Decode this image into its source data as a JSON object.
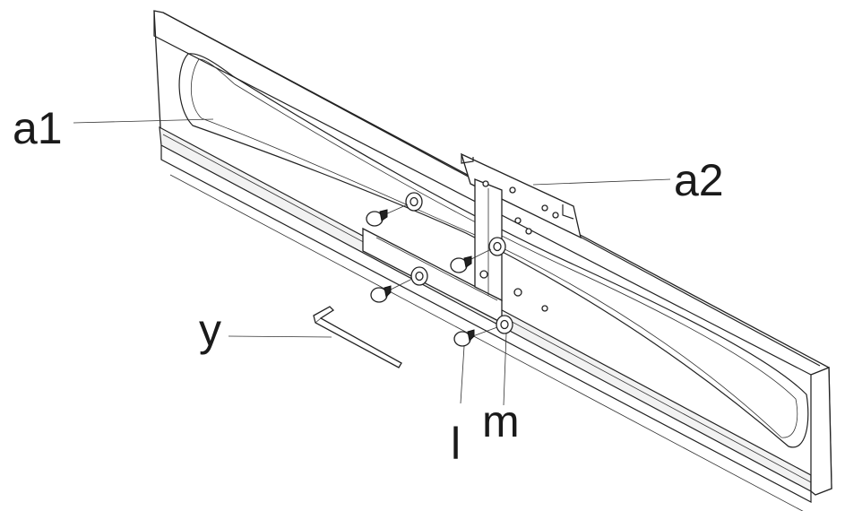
{
  "diagram": {
    "type": "assembly-illustration",
    "callouts": [
      {
        "id": "a1",
        "label": "a1",
        "part": "frame-rail"
      },
      {
        "id": "a2",
        "label": "a2",
        "part": "mounting-bracket"
      },
      {
        "id": "y",
        "label": "y",
        "part": "allen-key"
      },
      {
        "id": "l",
        "label": "l",
        "part": "screw"
      },
      {
        "id": "m",
        "label": "m",
        "part": "washer"
      }
    ]
  }
}
